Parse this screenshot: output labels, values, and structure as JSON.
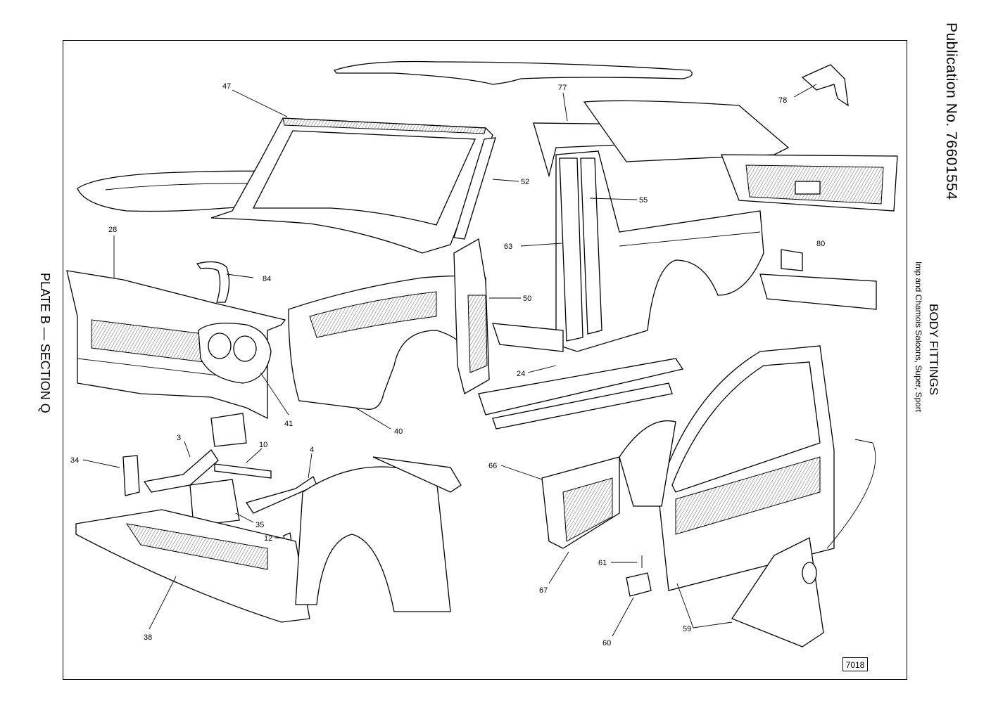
{
  "header": {
    "publication": "Publication No. 76601554",
    "title": "BODY FITTINGS",
    "subtitle": "Imp and Chamois Saloons, Super, Sport"
  },
  "plate": "PLATE B — SECTION Q",
  "figure_number": "7018",
  "callouts": [
    "47",
    "77",
    "78",
    "52",
    "55",
    "28",
    "84",
    "63",
    "80",
    "50",
    "24",
    "41",
    "40",
    "3",
    "10",
    "4",
    "34",
    "66",
    "35",
    "12",
    "67",
    "61",
    "38",
    "60",
    "59"
  ]
}
